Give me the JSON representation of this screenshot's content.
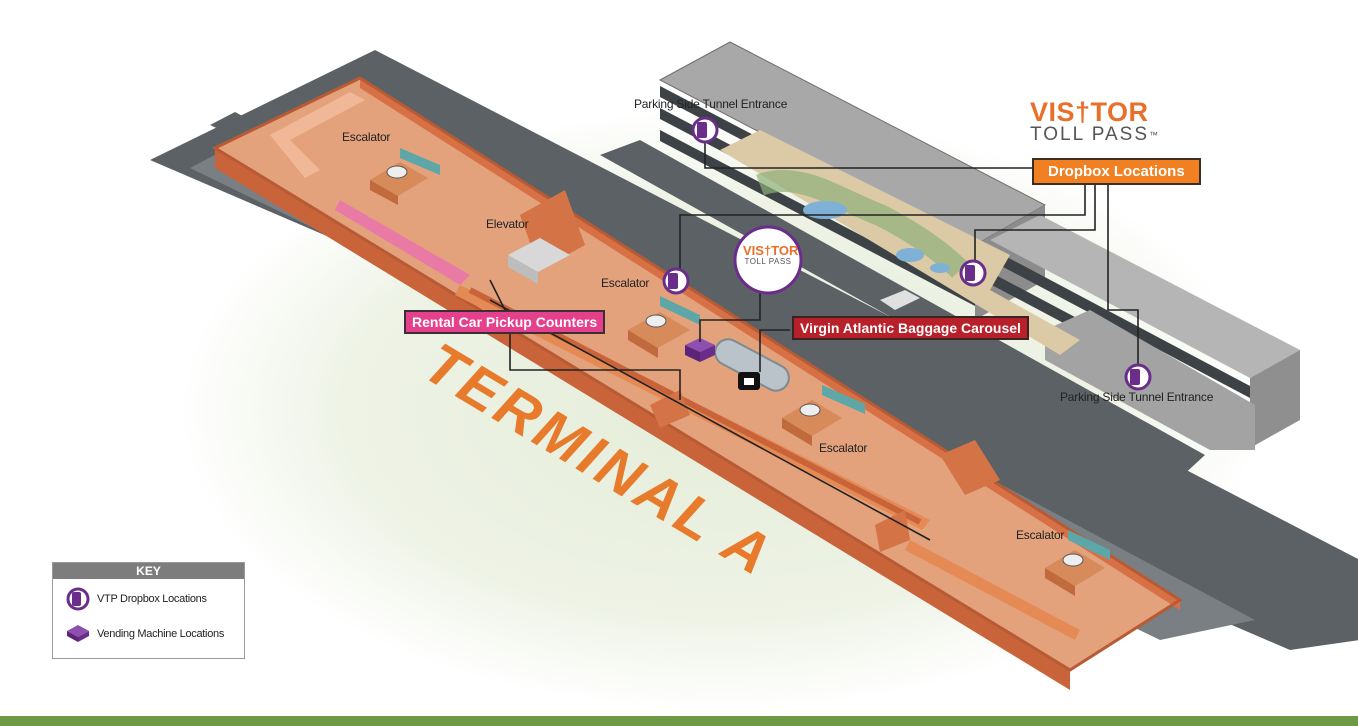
{
  "brand": {
    "name_top": "VIS†TOR",
    "name_bottom": "TOLL PASS",
    "tm": "™"
  },
  "badge": {
    "name_top": "VIS†TOR",
    "name_bottom": "TOLL PASS"
  },
  "labels": {
    "parking_tunnel_top": "Parking Side Tunnel Entrance",
    "parking_tunnel_bottom": "Parking Side Tunnel Entrance",
    "escalator_1": "Escalator",
    "escalator_2": "Escalator",
    "escalator_3": "Escalator",
    "escalator_4": "Escalator",
    "elevator": "Elevator"
  },
  "tags": {
    "dropbox_locations": "Dropbox Locations",
    "rental_car": "Rental Car Pickup Counters",
    "virgin_baggage": "Virgin Atlantic Baggage Carousel"
  },
  "terminal_name": "TERMINAL A",
  "key": {
    "title": "KEY",
    "items": [
      {
        "label": "VTP Dropbox Locations",
        "icon": "vtp-dropbox-icon"
      },
      {
        "label": "Vending Machine Locations",
        "icon": "vending-machine-icon"
      }
    ]
  },
  "colors": {
    "terminal_floor": "#e3a27c",
    "terminal_wall": "#e8784a",
    "road": "#5c6166",
    "garage": "#c9c9c9",
    "dropbox_purple": "#6b2d8a",
    "accent_orange": "#f08021",
    "footer_green": "#6e9a45"
  }
}
